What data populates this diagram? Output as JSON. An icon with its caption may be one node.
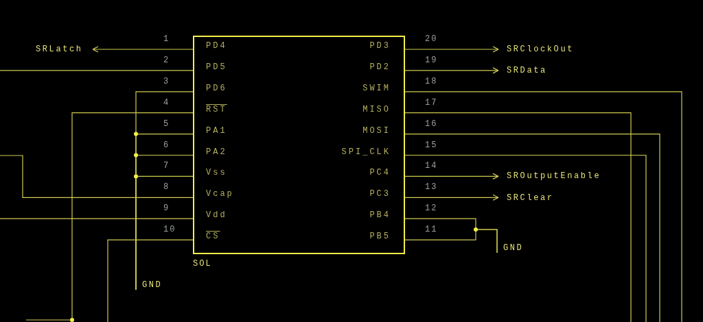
{
  "diagram": {
    "nodes": [
      {
        "text": [],
        "shape": "box",
        "beside": [
          "SOL"
        ]
      },
      {
        "text": [
          "SRLatch"
        ]
      },
      {
        "text": [
          "SRClockOut"
        ]
      },
      {
        "text": [
          "SRData"
        ]
      },
      {
        "text": [
          "SROutputEnable"
        ]
      },
      {
        "text": [
          "SRClear"
        ]
      },
      {
        "text": [
          "GND"
        ]
      },
      {
        "text": [
          "GND"
        ]
      }
    ],
    "edges": [
      {
        "from": 0,
        "to": 1,
        "arrow": "to"
      },
      {
        "from": 0,
        "to": null,
        "arrow": "none"
      },
      {
        "from": 0,
        "to": 7,
        "arrow": "none"
      },
      {
        "from": 0,
        "to": null,
        "arrow": "none"
      },
      {
        "from": 0,
        "to": 7,
        "arrow": "none"
      },
      {
        "from": 0,
        "to": 7,
        "arrow": "none"
      },
      {
        "from": 0,
        "to": 7,
        "arrow": "none"
      },
      {
        "from": 0,
        "to": null,
        "arrow": "none"
      },
      {
        "from": 0,
        "to": null,
        "arrow": "none"
      },
      {
        "from": 0,
        "to": null,
        "arrow": "none"
      },
      {
        "from": 0,
        "to": 2,
        "arrow": "to"
      },
      {
        "from": 0,
        "to": 3,
        "arrow": "to"
      },
      {
        "from": 0,
        "to": null,
        "arrow": "none"
      },
      {
        "from": 0,
        "to": null,
        "arrow": "none"
      },
      {
        "from": 0,
        "to": null,
        "arrow": "none"
      },
      {
        "from": 0,
        "to": null,
        "arrow": "none"
      },
      {
        "from": 0,
        "to": 4,
        "arrow": "to"
      },
      {
        "from": 0,
        "to": 5,
        "arrow": "to"
      },
      {
        "from": 0,
        "to": 6,
        "arrow": "none"
      },
      {
        "from": 0,
        "to": 6,
        "arrow": "none"
      }
    ],
    "labels": [
      "1",
      "PD4",
      "PD3",
      "20",
      "2",
      "PD5",
      "PD2",
      "19",
      "3",
      "PD6",
      "SWIM",
      "18",
      "4",
      "RST",
      "MISO",
      "17",
      "5",
      "PA1",
      "MOSI",
      "16",
      "6",
      "PA2",
      "SPI_CLK",
      "15",
      "7",
      "Vss",
      "PC4",
      "14",
      "8",
      "Vcap",
      "PC3",
      "13",
      "9",
      "Vdd",
      "PB4",
      "12",
      "10",
      "CS",
      "PB5",
      "11"
    ]
  }
}
